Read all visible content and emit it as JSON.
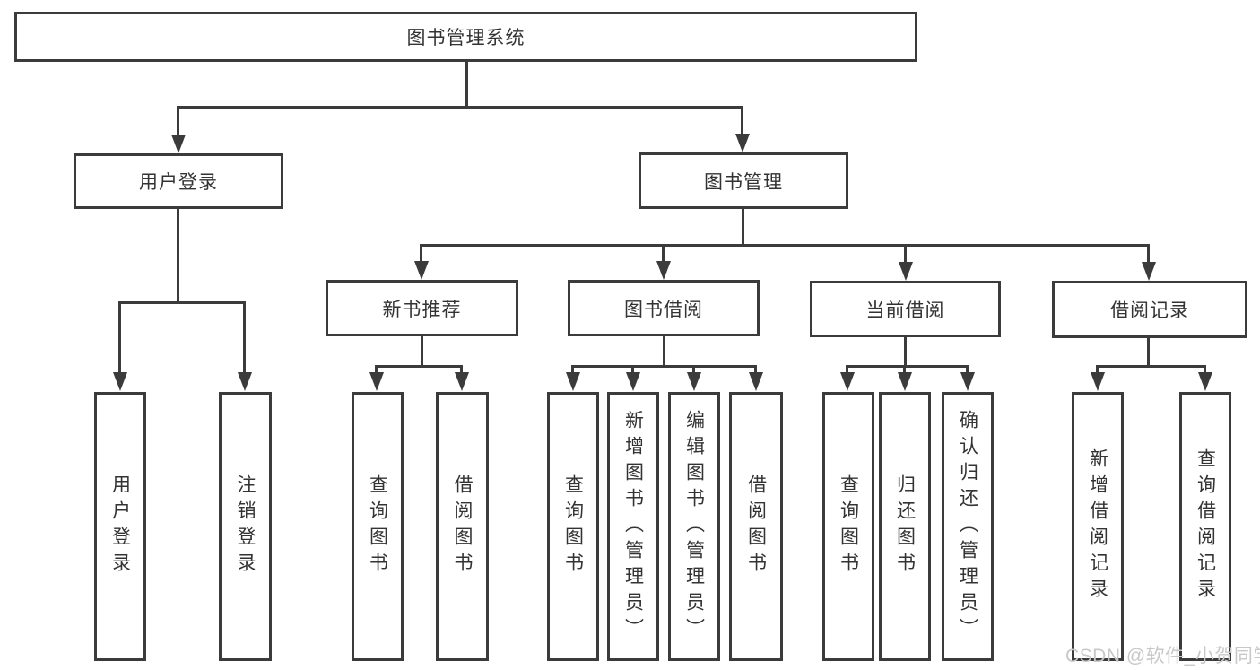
{
  "diagram": {
    "tree": {
      "root": {
        "label": "图书管理系统",
        "children": [
          {
            "label": "用户登录",
            "children": [
              {
                "label": "用户登录"
              },
              {
                "label": "注销登录"
              }
            ]
          },
          {
            "label": "图书管理",
            "children": [
              {
                "label": "新书推荐",
                "children": [
                  {
                    "label": "查询图书"
                  },
                  {
                    "label": "借阅图书"
                  }
                ]
              },
              {
                "label": "图书借阅",
                "children": [
                  {
                    "label": "查询图书"
                  },
                  {
                    "label": "新增图书（管理员）"
                  },
                  {
                    "label": "编辑图书（管理员）"
                  },
                  {
                    "label": "借阅图书"
                  }
                ]
              },
              {
                "label": "当前借阅",
                "children": [
                  {
                    "label": "查询图书"
                  },
                  {
                    "label": "归还图书"
                  },
                  {
                    "label": "确认归还（管理员）"
                  }
                ]
              },
              {
                "label": "借阅记录",
                "children": [
                  {
                    "label": "新增借阅记录"
                  },
                  {
                    "label": "查询借阅记录"
                  }
                ]
              }
            ]
          }
        ]
      }
    }
  },
  "watermark": {
    "text": "CSDN @软件_小贺同学"
  },
  "colors": {
    "line": "#3b3b3b",
    "text": "#333333",
    "bg": "#ffffff",
    "watermark": "#c8c8c8"
  }
}
